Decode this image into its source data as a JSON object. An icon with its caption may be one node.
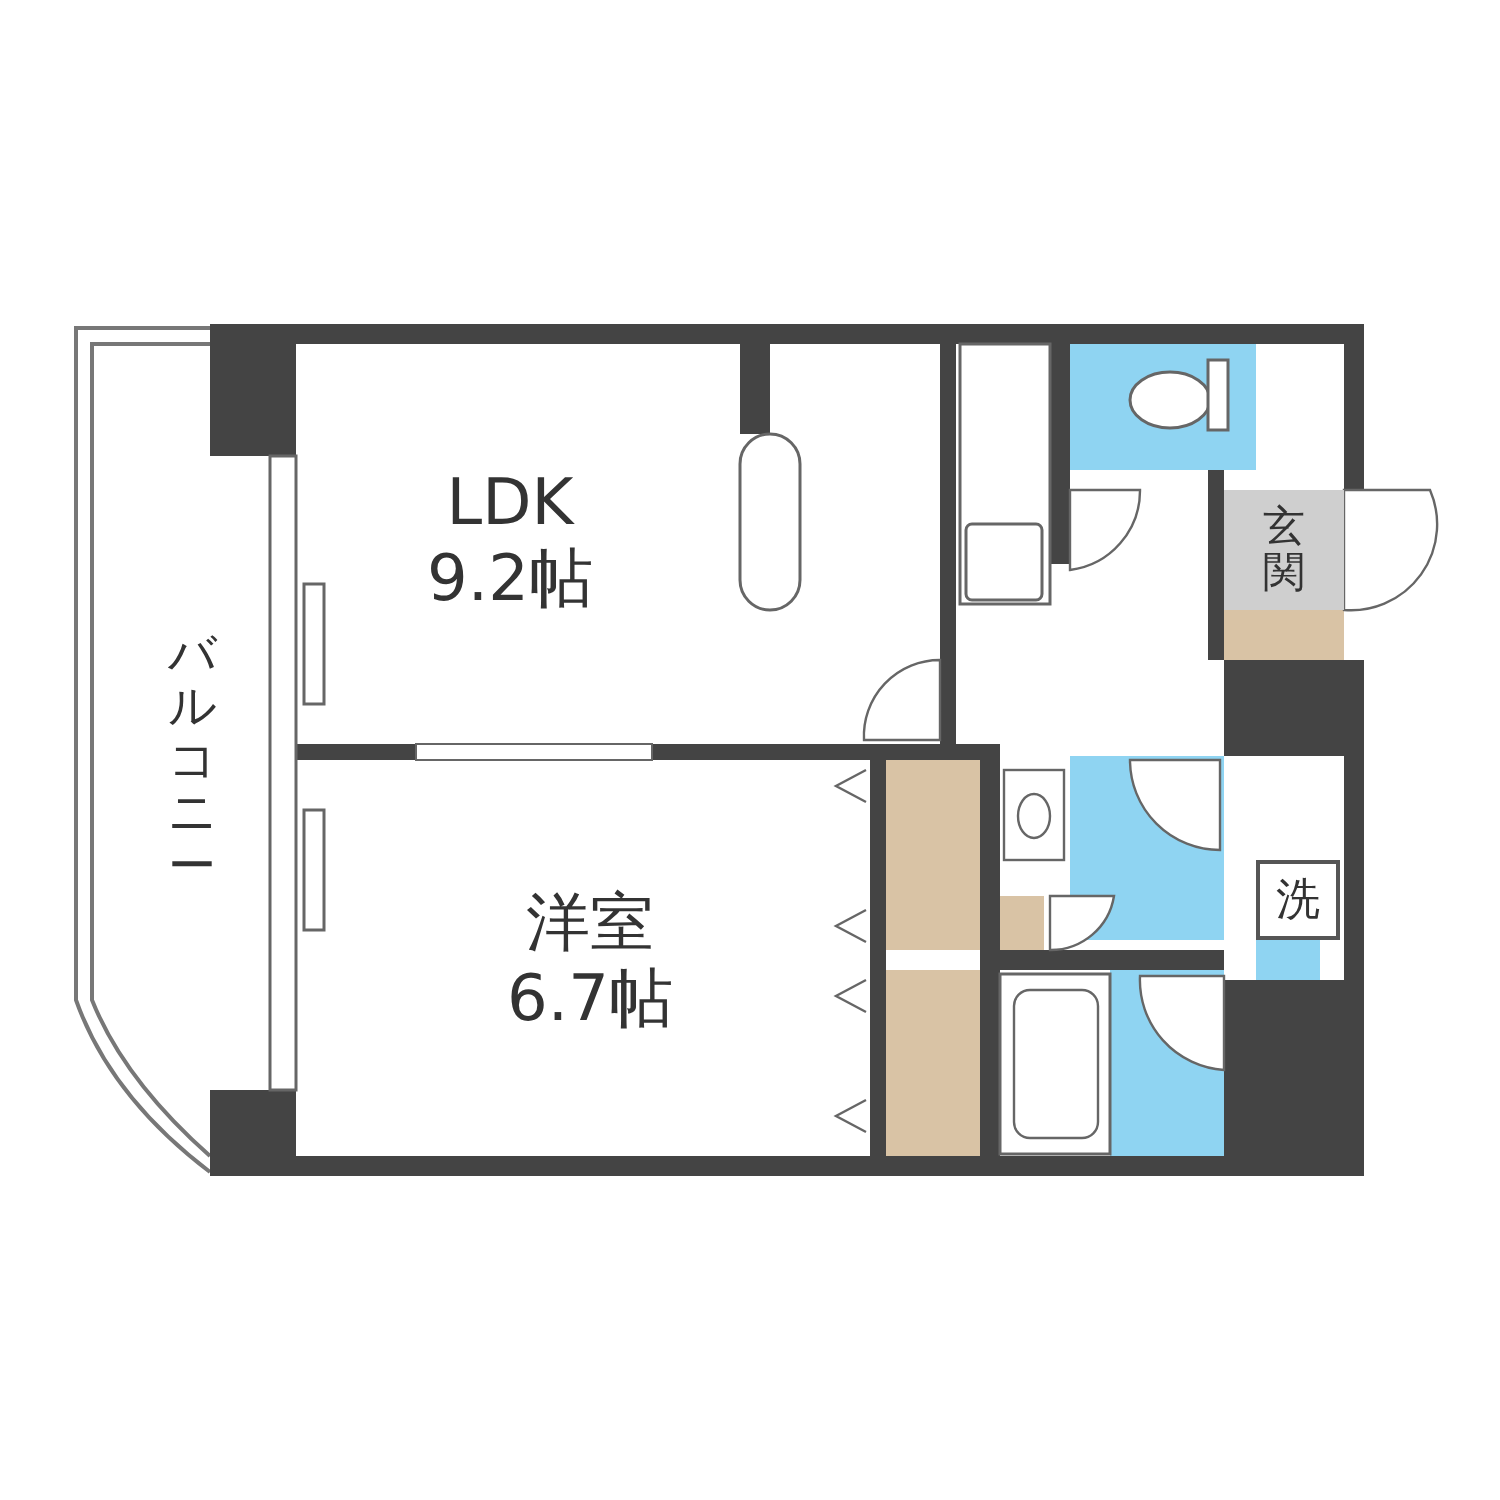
{
  "diagram": {
    "nodes": [
      {
        "text": [
          "LDK",
          "9.2帖"
        ]
      },
      {
        "text": [
          "洋室",
          "6.7帖"
        ]
      },
      {
        "text": [
          "バルコニー"
        ]
      },
      {
        "text": [
          "玄関"
        ]
      },
      {
        "text": [
          "洗"
        ]
      }
    ]
  }
}
